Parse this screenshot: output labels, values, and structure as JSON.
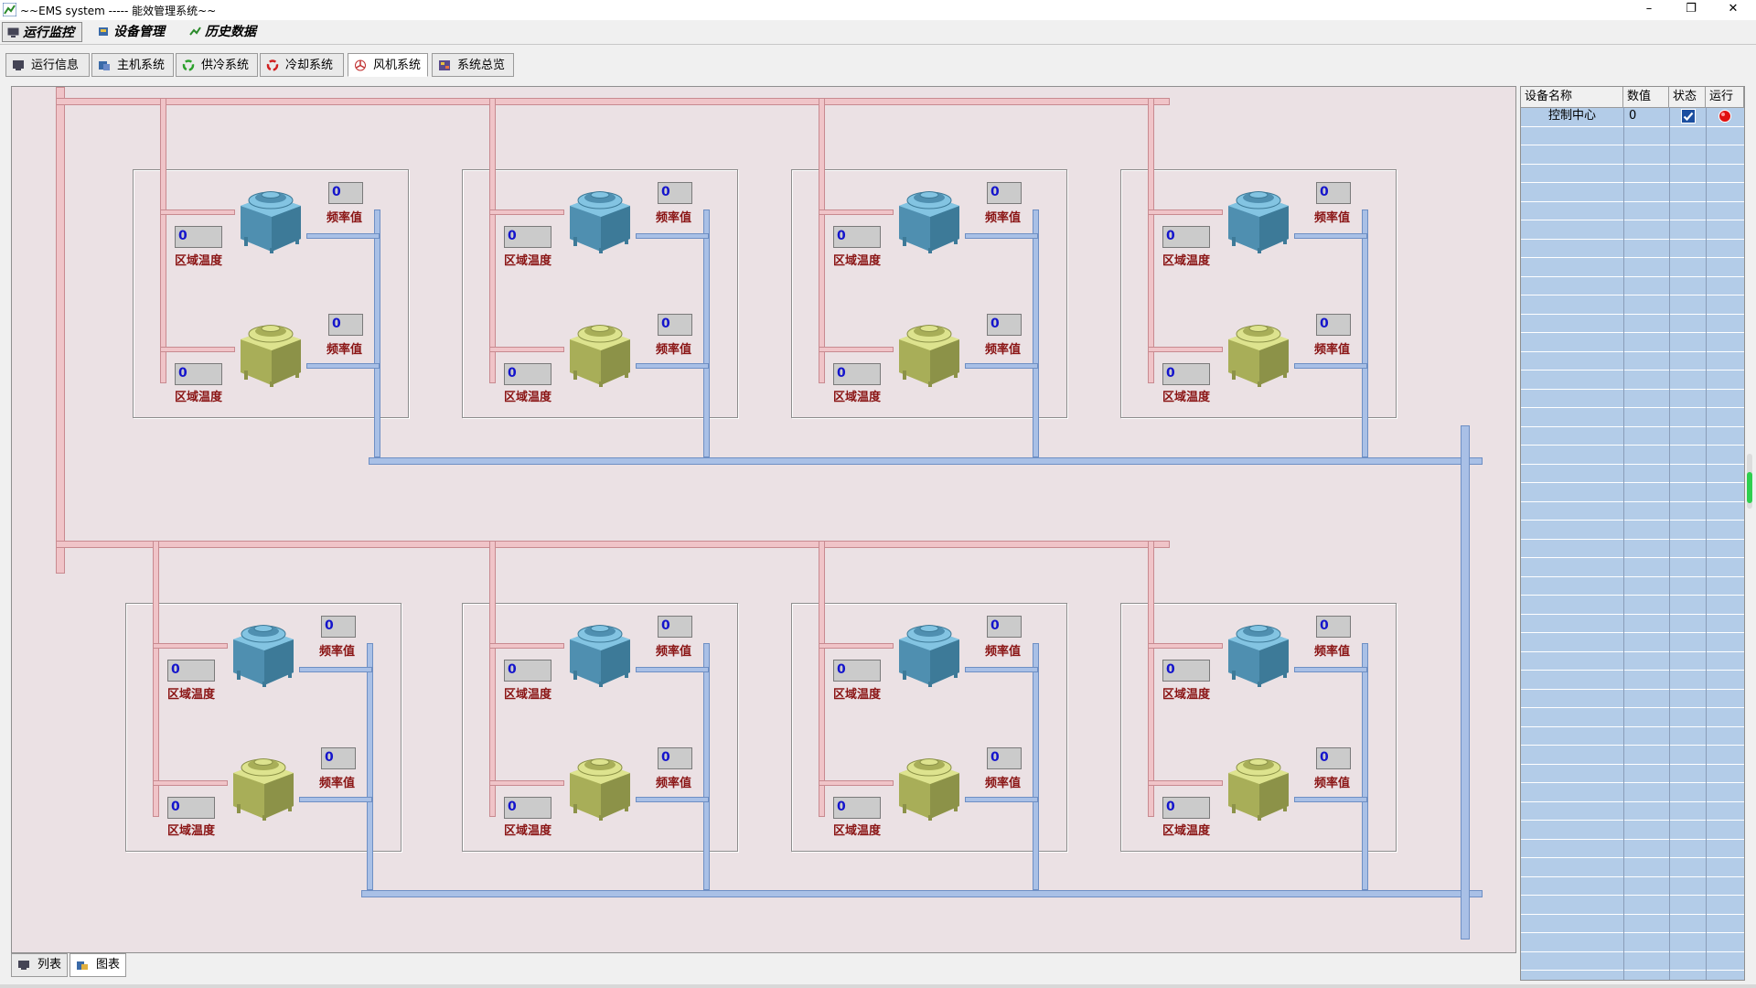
{
  "window": {
    "title": "~~EMS system ----- 能效管理系统~~",
    "minimize": "–",
    "maximize": "❐",
    "close": "✕"
  },
  "menu": {
    "items": [
      "运行监控",
      "设备管理",
      "历史数据"
    ],
    "active": "运行监控"
  },
  "tabs": {
    "items": [
      "运行信息",
      "主机系统",
      "供冷系统",
      "冷却系统",
      "风机系统",
      "系统总览"
    ],
    "active": "风机系统"
  },
  "fan_units": [
    {
      "top_fan": {
        "freq": "0",
        "temp": "0"
      },
      "bottom_fan": {
        "freq": "0",
        "temp": "0"
      }
    },
    {
      "top_fan": {
        "freq": "0",
        "temp": "0"
      },
      "bottom_fan": {
        "freq": "0",
        "temp": "0"
      }
    },
    {
      "top_fan": {
        "freq": "0",
        "temp": "0"
      },
      "bottom_fan": {
        "freq": "0",
        "temp": "0"
      }
    },
    {
      "top_fan": {
        "freq": "0",
        "temp": "0"
      },
      "bottom_fan": {
        "freq": "0",
        "temp": "0"
      }
    },
    {
      "top_fan": {
        "freq": "0",
        "temp": "0"
      },
      "bottom_fan": {
        "freq": "0",
        "temp": "0"
      }
    },
    {
      "top_fan": {
        "freq": "0",
        "temp": "0"
      },
      "bottom_fan": {
        "freq": "0",
        "temp": "0"
      }
    },
    {
      "top_fan": {
        "freq": "0",
        "temp": "0"
      },
      "bottom_fan": {
        "freq": "0",
        "temp": "0"
      }
    },
    {
      "top_fan": {
        "freq": "0",
        "temp": "0"
      },
      "bottom_fan": {
        "freq": "0",
        "temp": "0"
      }
    }
  ],
  "labels": {
    "freq": "频率值",
    "temp": "区域温度"
  },
  "device_table": {
    "columns": [
      "设备名称",
      "数值",
      "状态",
      "运行"
    ],
    "rows": [
      {
        "name": "控制中心",
        "value": "0",
        "status_checked": true,
        "running_color": "#e01010"
      }
    ]
  },
  "bottom_tabs": {
    "items": [
      "列表",
      "图表"
    ],
    "active": "图表"
  },
  "colors": {
    "supply_pipe": "#f0c4c8",
    "return_pipe": "#a9c0e6",
    "fan_top": "#6aaed0",
    "fan_bottom": "#c8cf78",
    "canvas_bg": "#ebe1e4",
    "grid_bg": "#b3cce8",
    "value_text": "#1414cc",
    "label_text": "#8a1414"
  }
}
